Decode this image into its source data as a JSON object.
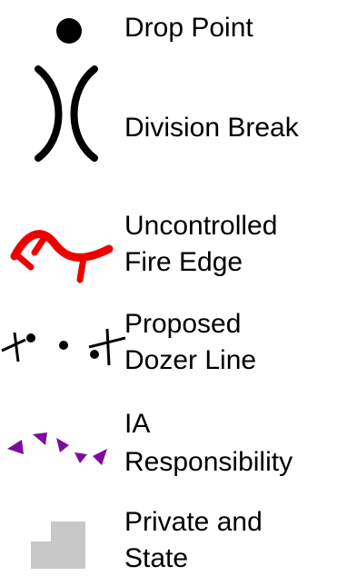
{
  "legend": {
    "items": [
      {
        "symbol": "drop-point-icon",
        "label": "Drop Point",
        "color": "#000000"
      },
      {
        "symbol": "division-break-icon",
        "label": "Division Break",
        "color": "#000000"
      },
      {
        "symbol": "uncontrolled-fire-edge-icon",
        "label_lines": [
          "Uncontrolled",
          "Fire Edge"
        ],
        "color": "#ee0000"
      },
      {
        "symbol": "proposed-dozer-line-icon",
        "label_lines": [
          "Proposed",
          "Dozer Line"
        ],
        "color": "#000000"
      },
      {
        "symbol": "ia-responsibility-icon",
        "label_lines": [
          "IA",
          "Responsibility"
        ],
        "color": "#7d0c9a"
      },
      {
        "symbol": "private-and-state-icon",
        "label_lines": [
          "Private and",
          "State"
        ],
        "color": "#c8c8c8"
      }
    ]
  }
}
